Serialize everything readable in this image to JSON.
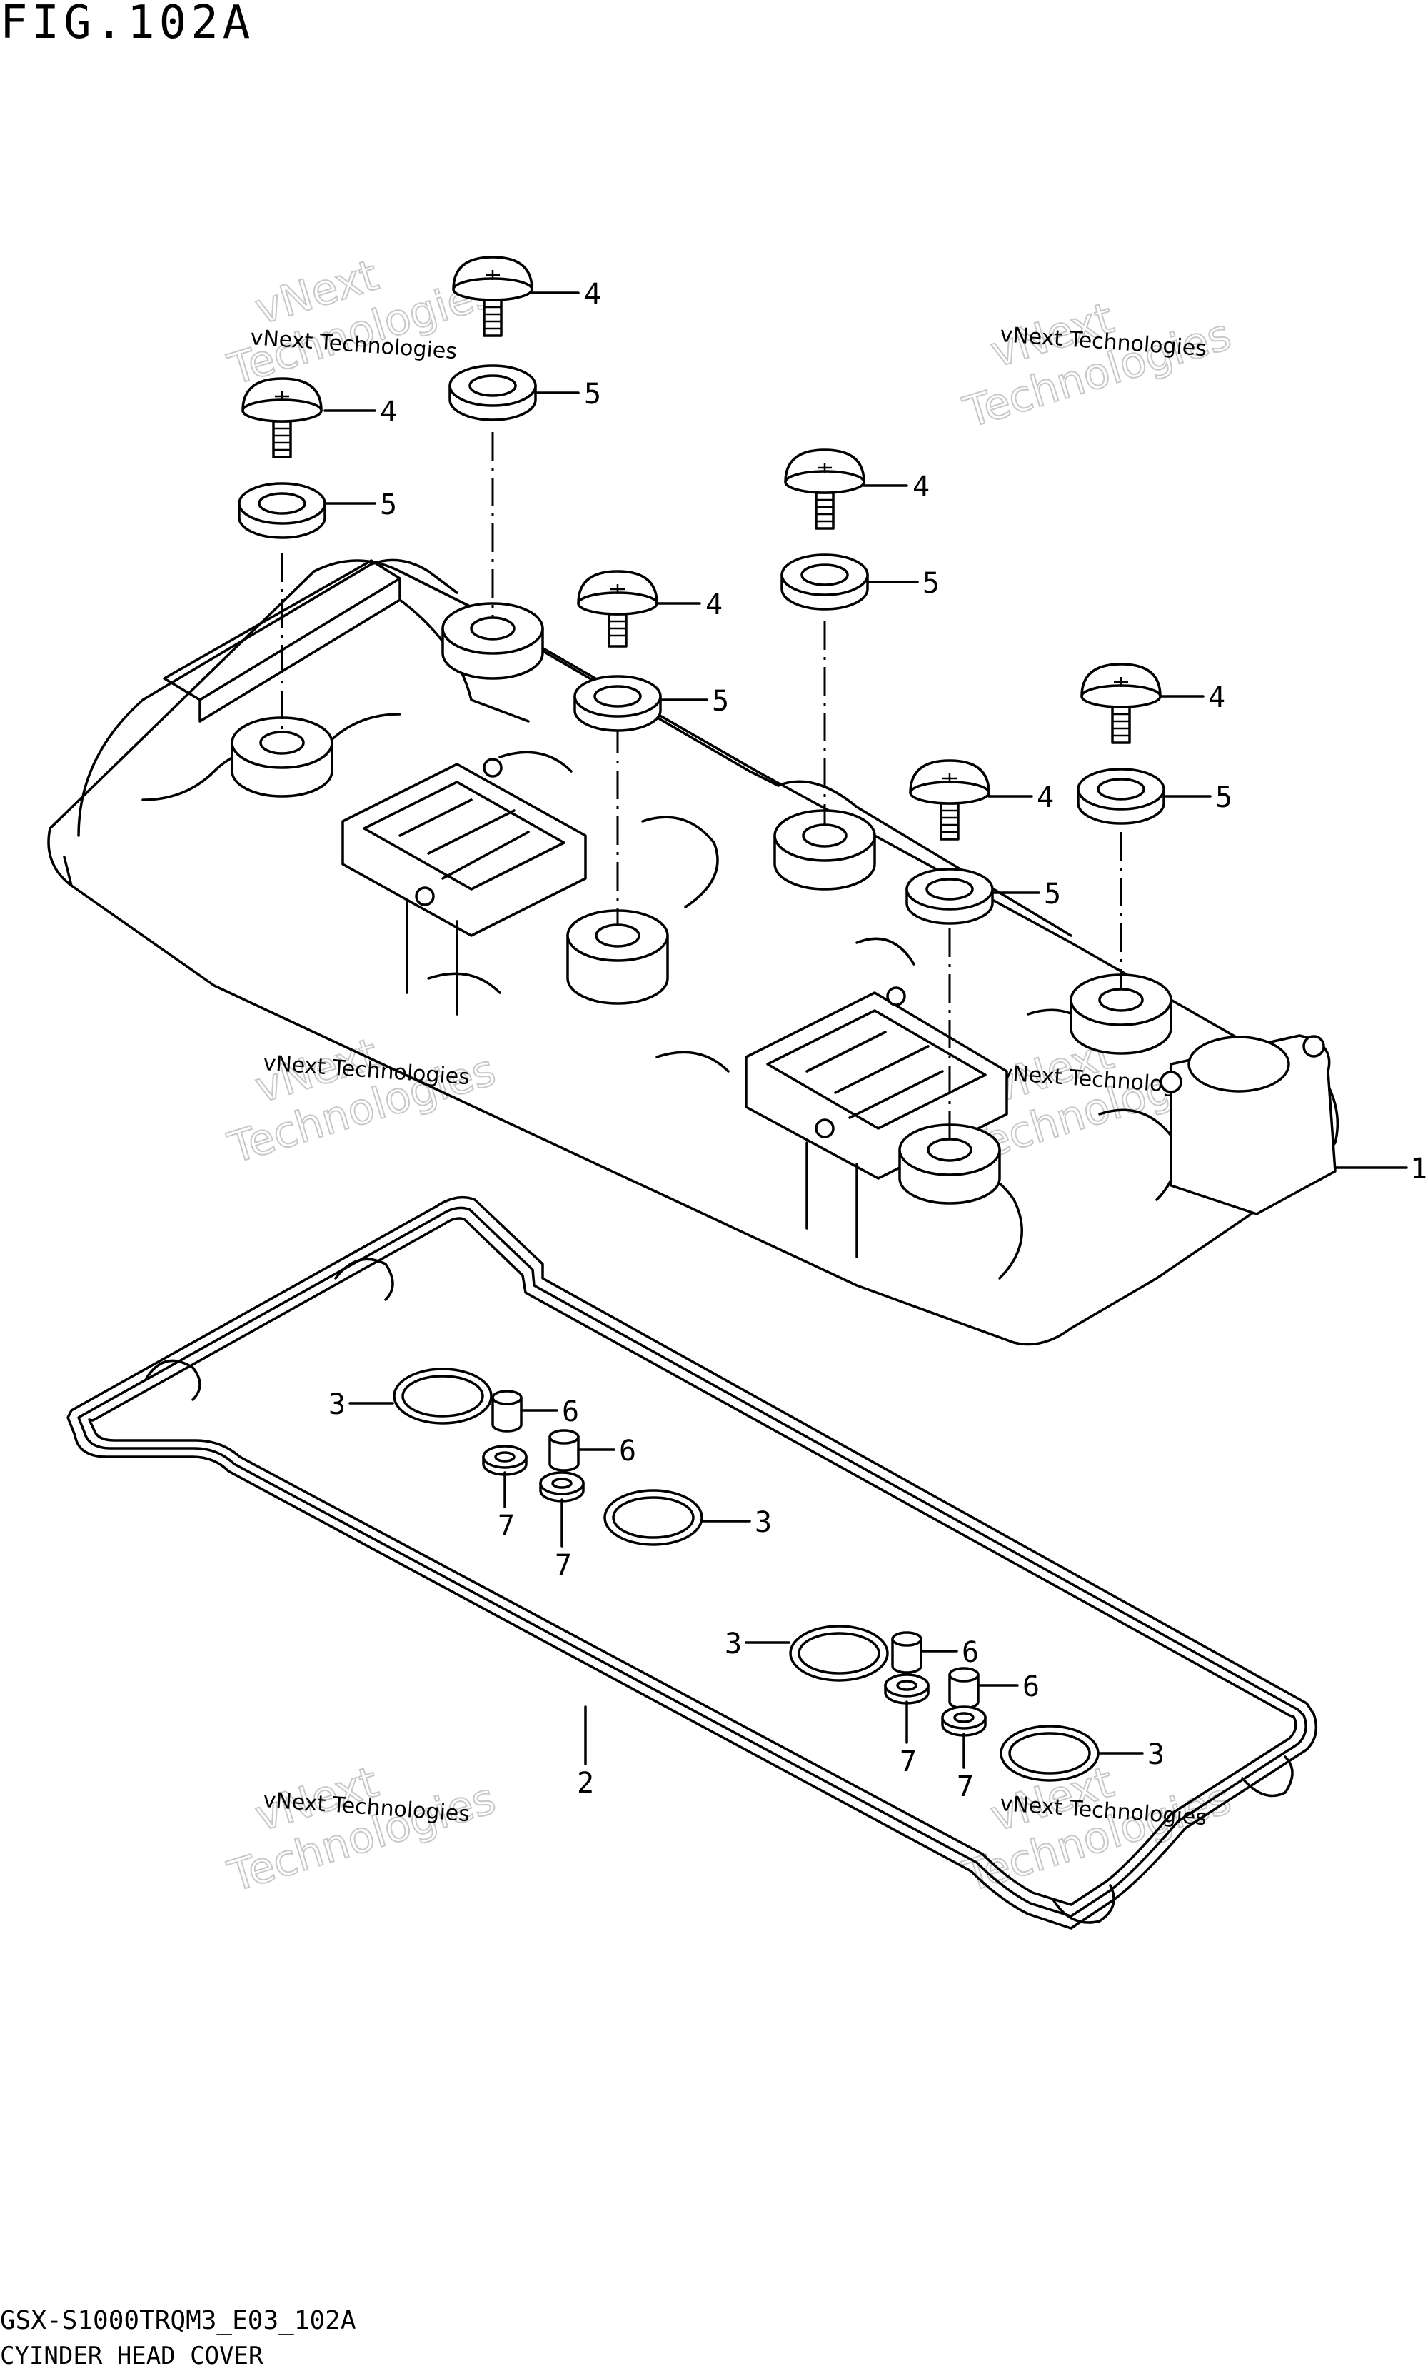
{
  "figure": {
    "title": "FIG.102A",
    "footer_code": "GSX-S1000TRQM3_E03_102A",
    "footer_name": "CYINDER HEAD COVER"
  },
  "watermark": {
    "line1": "vNext",
    "line2": "Technologies",
    "small": "vNext Technologies"
  },
  "callouts": {
    "part_1": "1",
    "part_2": "2",
    "part_3": "3",
    "part_4": "4",
    "part_5": "5",
    "part_6": "6",
    "part_7": "7"
  }
}
